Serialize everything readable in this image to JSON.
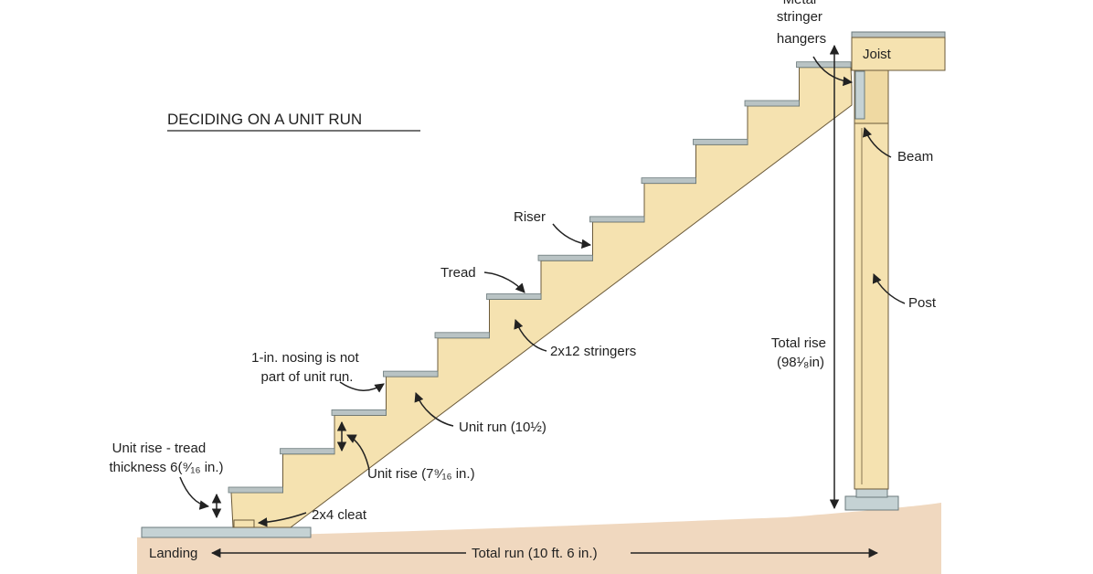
{
  "title": "DECIDING ON A UNIT RUN",
  "labels": {
    "metal_stringer_hangers": [
      "Metal",
      "stringer",
      "hangers"
    ],
    "joist": "Joist",
    "beam": "Beam",
    "post": "Post",
    "riser": "Riser",
    "tread": "Tread",
    "stringers": "2x12 stringers",
    "nosing": [
      "1-in. nosing is not",
      "part of unit run."
    ],
    "unit_run": "Unit run (10½)",
    "unit_rise": "Unit rise (7⁹⁄₁₆ in.)",
    "unit_rise_tread": [
      "Unit rise - tread",
      "thickness 6(⁹⁄₁₆ in.)"
    ],
    "cleat": "2x4 cleat",
    "total_rise": [
      "Total rise",
      "(98¹⁄₈in)"
    ],
    "landing": "Landing",
    "total_run": "Total run (10 ft. 6 in.)"
  },
  "colors": {
    "wood": "#f5e2b0",
    "wood_edge": "#6b5a3a",
    "tread": "#b9c3c4",
    "ground": "#f0d8bf",
    "concrete": "#c5d2d4",
    "ink": "#222222"
  }
}
